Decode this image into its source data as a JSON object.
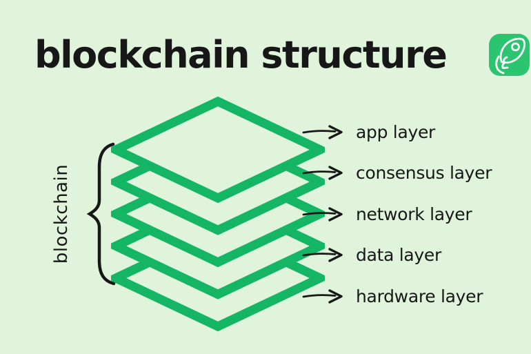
{
  "title": "blockchain structure",
  "logo": {
    "icon": "rocket"
  },
  "brace": {
    "label": "blockchain"
  },
  "layers": [
    {
      "label": "app layer"
    },
    {
      "label": "consensus layer"
    },
    {
      "label": "network layer"
    },
    {
      "label": "data layer"
    },
    {
      "label": "hardware layer"
    }
  ],
  "colors": {
    "background": "#dff4db",
    "stack_green": "#14b564",
    "logo_green": "#2bc46f",
    "ink": "#171717"
  }
}
